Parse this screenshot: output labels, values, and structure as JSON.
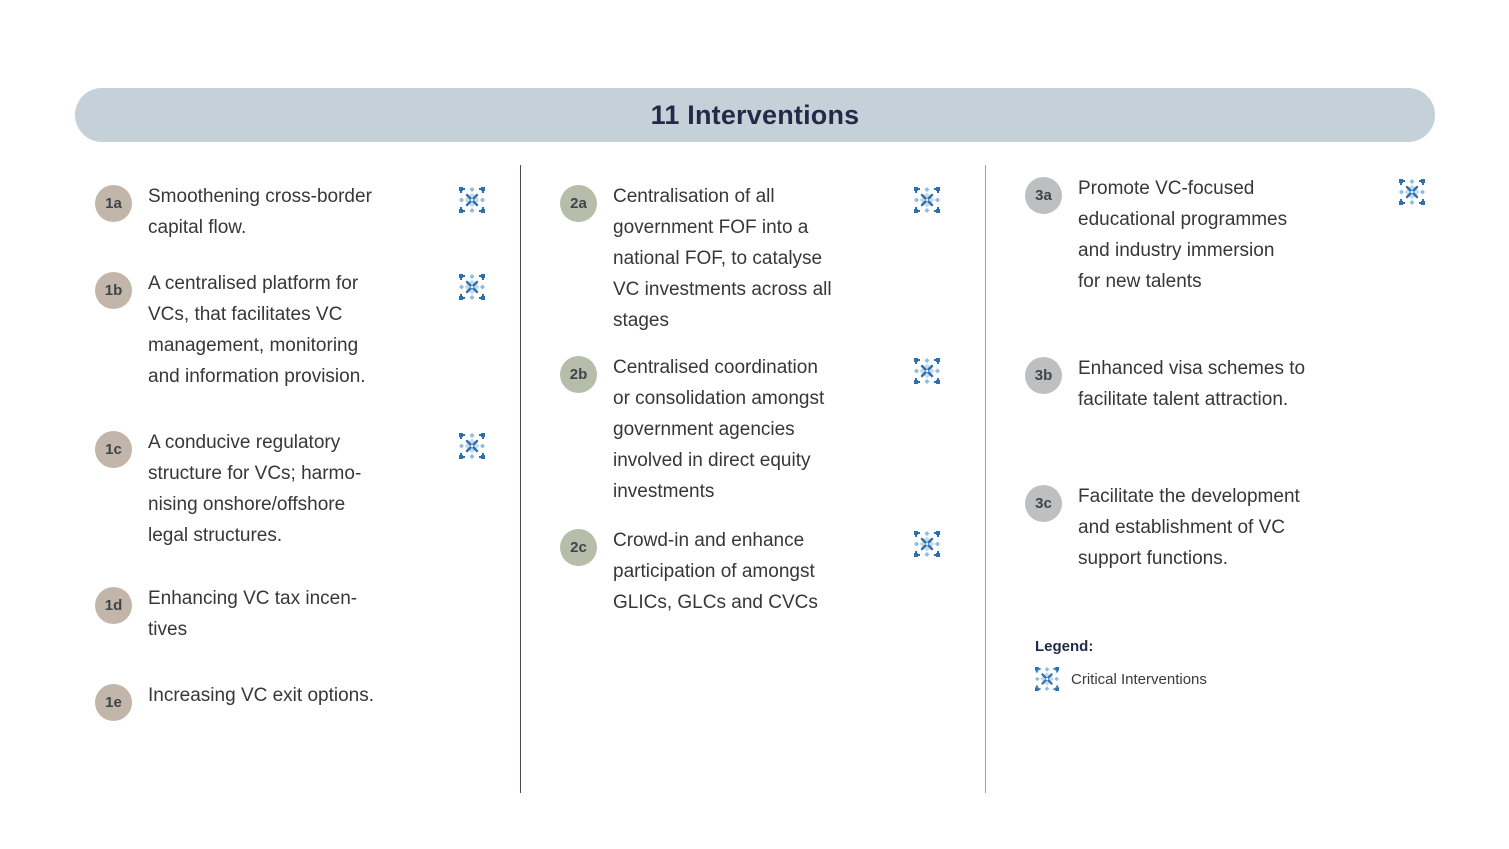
{
  "header": {
    "title": "11 Interventions"
  },
  "colors": {
    "title_bar_bg": "#c5d1d8",
    "title_text": "#1f2b47",
    "badge_group1": "#c2b6ab",
    "badge_group2": "#b7bdab",
    "badge_group3": "#bdbfc1",
    "critical_icon_blue_dark": "#2f6fae",
    "critical_icon_blue_light": "#8fbcdd"
  },
  "columns": [
    {
      "group": "1",
      "items": [
        {
          "id": "1a",
          "text": "Smoothening cross-border\ncapital flow.",
          "critical": true
        },
        {
          "id": "1b",
          "text": "A centralised platform for\nVCs, that facilitates VC\nmanagement, monitoring\nand information provision.",
          "critical": true
        },
        {
          "id": "1c",
          "text": "A conducive regulatory\nstructure for VCs; harmo-\nnising onshore/offshore\nlegal structures.",
          "critical": true
        },
        {
          "id": "1d",
          "text": "Enhancing VC tax incen-\ntives",
          "critical": false
        },
        {
          "id": "1e",
          "text": "Increasing VC exit options.",
          "critical": false
        }
      ]
    },
    {
      "group": "2",
      "items": [
        {
          "id": "2a",
          "text": "Centralisation of all\ngovernment FOF into a\nnational FOF, to catalyse\nVC investments across all\nstages",
          "critical": true
        },
        {
          "id": "2b",
          "text": "Centralised coordination\nor consolidation amongst\ngovernment agencies\ninvolved in direct equity\ninvestments",
          "critical": true
        },
        {
          "id": "2c",
          "text": "Crowd-in and enhance\nparticipation of amongst\nGLICs, GLCs and CVCs",
          "critical": true
        }
      ]
    },
    {
      "group": "3",
      "items": [
        {
          "id": "3a",
          "text": "Promote VC-focused\neducational programmes\nand industry immersion\nfor new talents",
          "critical": true
        },
        {
          "id": "3b",
          "text": "Enhanced visa schemes to\nfacilitate talent attraction.",
          "critical": false
        },
        {
          "id": "3c",
          "text": "Facilitate the development\nand establishment of VC\nsupport functions.",
          "critical": false
        }
      ]
    }
  ],
  "legend": {
    "label": "Legend:",
    "critical_label": "Critical Interventions"
  }
}
